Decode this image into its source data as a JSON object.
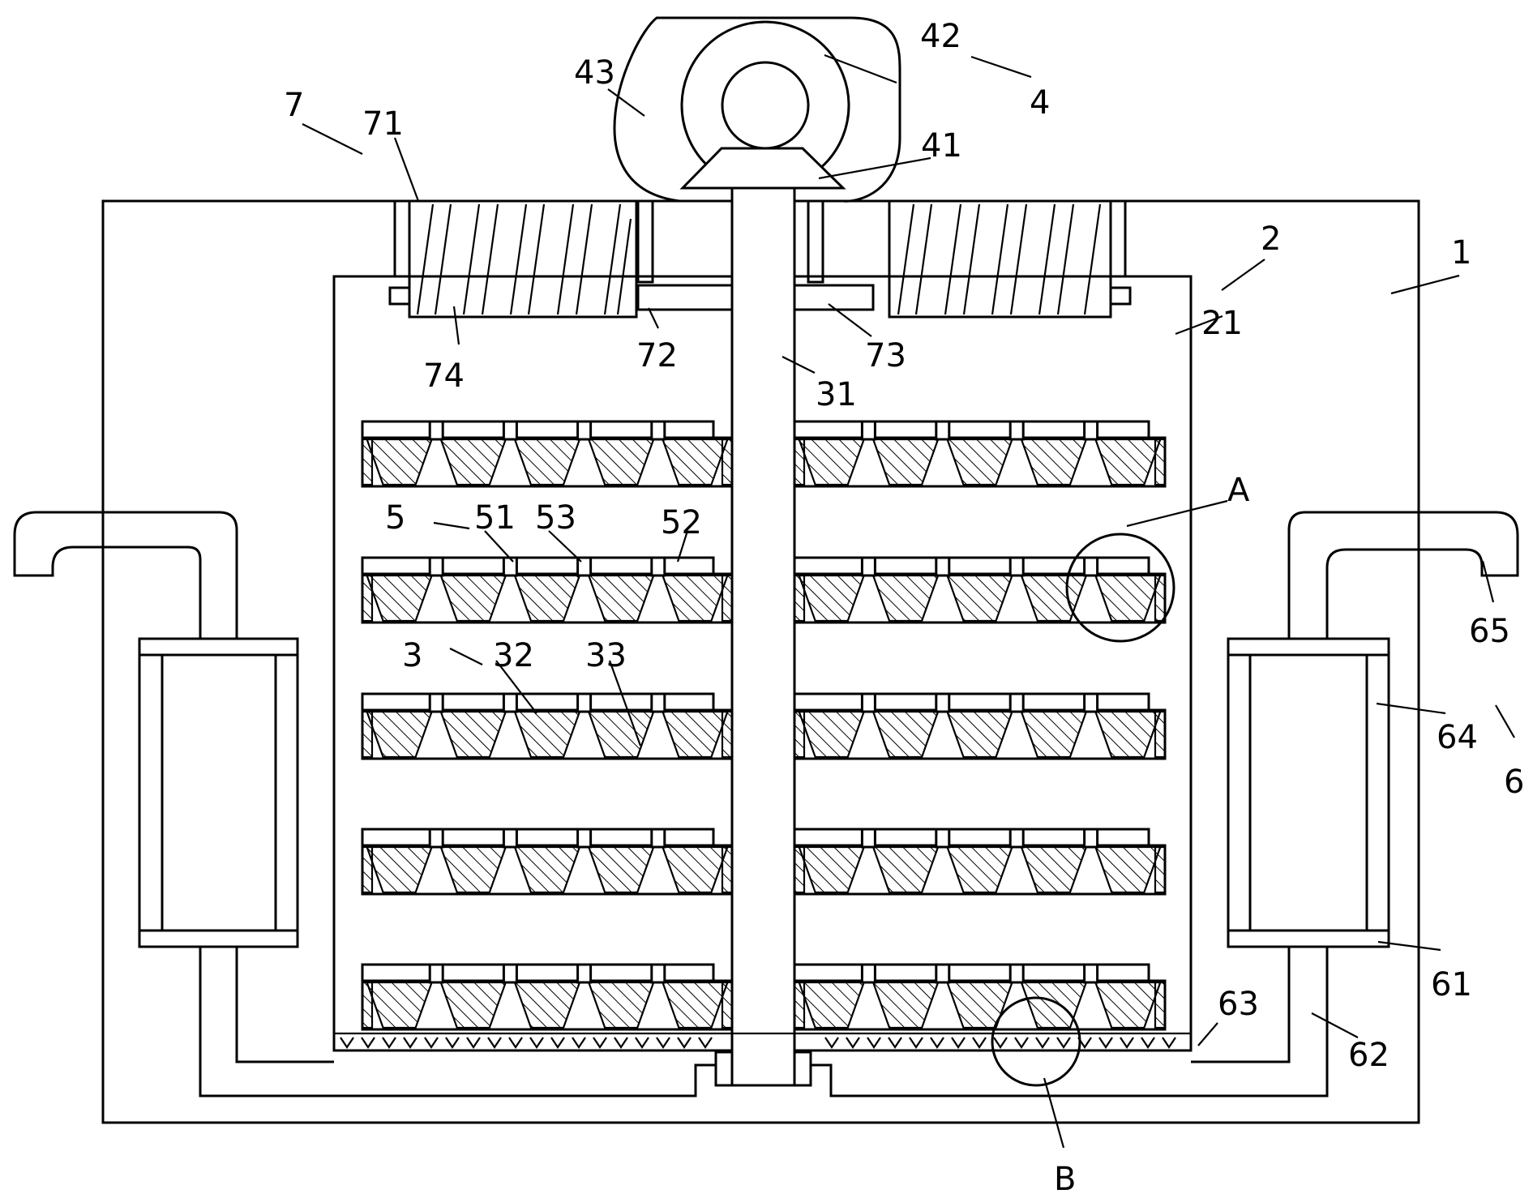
{
  "labels": {
    "l1": "1",
    "l2": "2",
    "l21": "21",
    "l3": "3",
    "l31": "31",
    "l32": "32",
    "l33": "33",
    "l4": "4",
    "l41": "41",
    "l42": "42",
    "l43": "43",
    "l5": "5",
    "l51": "51",
    "l52": "52",
    "l53": "53",
    "l6": "6",
    "l61": "61",
    "l62": "62",
    "l63": "63",
    "l64": "64",
    "l65": "65",
    "l7": "7",
    "l71": "71",
    "l72": "72",
    "l73": "73",
    "l74": "74",
    "lA": "A",
    "lB": "B"
  }
}
